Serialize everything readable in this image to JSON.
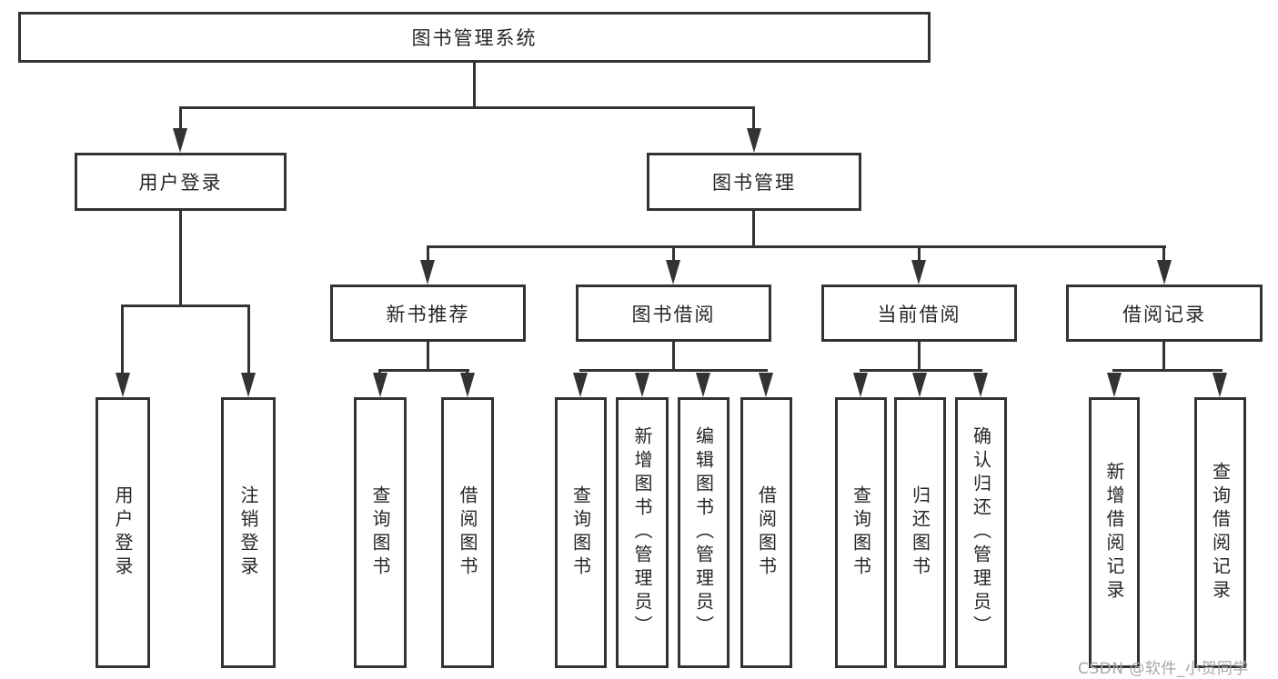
{
  "diagram": {
    "root": {
      "label": "图书管理系统"
    },
    "level2": {
      "user_login": {
        "label": "用户登录"
      },
      "book_mgmt": {
        "label": "图书管理"
      }
    },
    "level3": {
      "recommend": {
        "label": "新书推荐"
      },
      "borrow": {
        "label": "图书借阅"
      },
      "current": {
        "label": "当前借阅"
      },
      "records": {
        "label": "借阅记录"
      }
    },
    "leaves": {
      "login": [
        "用户登录",
        "注销登录"
      ],
      "recommend": [
        "查询图书",
        "借阅图书"
      ],
      "borrow": [
        "查询图书",
        "新增图书（管理员）",
        "编辑图书（管理员）",
        "借阅图书"
      ],
      "current": [
        "查询图书",
        "归还图书",
        "确认归还（管理员）"
      ],
      "records": [
        "新增借阅记录",
        "查询借阅记录"
      ]
    }
  },
  "watermark": {
    "text": "CSDN @软件_小贺同学"
  },
  "colors": {
    "line": "#333333",
    "text": "#262626",
    "watermark": "#a8a8a8",
    "background": "#ffffff"
  }
}
